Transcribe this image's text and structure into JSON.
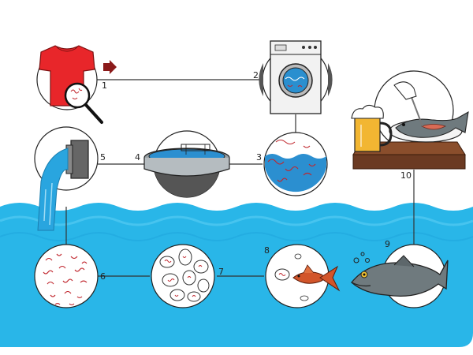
{
  "steps": [
    {
      "id": "1",
      "label": "1",
      "subject": "t-shirt-with-microfibers"
    },
    {
      "id": "2",
      "label": "2",
      "subject": "washing-machine"
    },
    {
      "id": "3",
      "label": "3",
      "subject": "wastewater-with-microfibers"
    },
    {
      "id": "4",
      "label": "4",
      "subject": "treatment-basin"
    },
    {
      "id": "5",
      "label": "5",
      "subject": "discharge-pipe"
    },
    {
      "id": "6",
      "label": "6",
      "subject": "microfibers-in-water"
    },
    {
      "id": "7",
      "label": "7",
      "subject": "microfibers-in-plankton"
    },
    {
      "id": "8",
      "label": "8",
      "subject": "small-fish-eating-plankton"
    },
    {
      "id": "9",
      "label": "9",
      "subject": "big-fish"
    },
    {
      "id": "10",
      "label": "10",
      "subject": "fish-dinner-with-beer"
    }
  ],
  "colors": {
    "sea": "#29b6e8",
    "sea_dark": "#1a97cf",
    "shirt": "#e8262a",
    "fiber": "#c0262d",
    "arrow": "#8b1a1a",
    "table": "#6b3a22",
    "fish": "#6f7a7e",
    "small_fish": "#d2552a",
    "beer": "#f2b632",
    "line": "#333333"
  },
  "icons": [
    "arrow-right-icon",
    "magnifier-icon",
    "washing-machine-icon",
    "fish-icon",
    "beer-mug-icon"
  ]
}
